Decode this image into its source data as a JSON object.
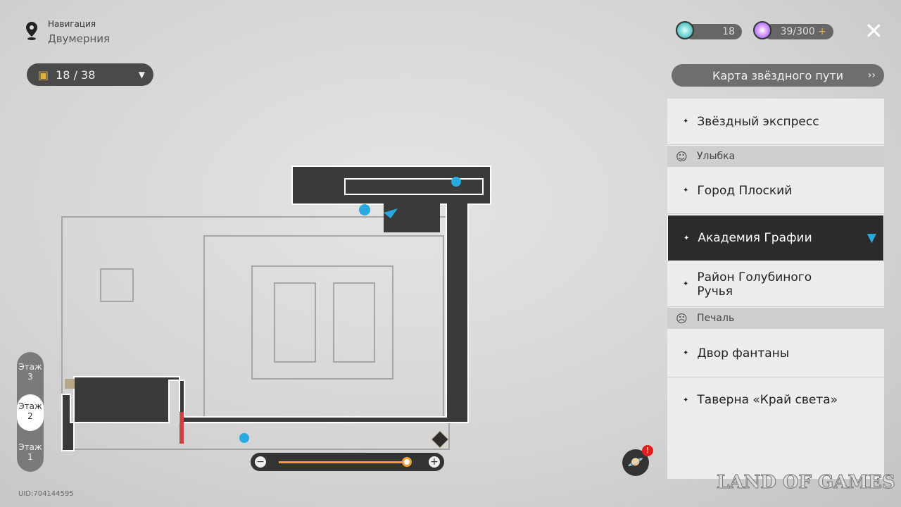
{
  "header": {
    "title": "Навигация",
    "location": "Двумерния"
  },
  "chest": {
    "count": "18 / 38"
  },
  "currency": [
    {
      "icon": "stellar-jade-icon",
      "value": "18"
    },
    {
      "icon": "trailblaze-power-icon",
      "value": "39/300",
      "plus": "+"
    }
  ],
  "star_map_button": "Карта звёздного пути",
  "panel": {
    "items": [
      {
        "label": "Звёздный экспресс"
      },
      {
        "section": "Улыбка"
      },
      {
        "label": "Город Плоский"
      },
      {
        "label": "Академия Графии",
        "active": true
      },
      {
        "label": "Район Голубиного Ручья"
      },
      {
        "section": "Печаль"
      },
      {
        "label": "Двор фантаны"
      },
      {
        "label": "Таверна «Край света»"
      }
    ]
  },
  "floors": [
    {
      "label": "Этаж",
      "num": "3"
    },
    {
      "label": "Этаж",
      "num": "2",
      "selected": true
    },
    {
      "label": "Этаж",
      "num": "1"
    }
  ],
  "zoom": {
    "level": 0.97
  },
  "uid": "UID:704144595",
  "notification_badge": "!",
  "watermark": "LAND OF GAMES",
  "colors": {
    "accent": "#f0a030",
    "marker": "#2aa8e0"
  }
}
